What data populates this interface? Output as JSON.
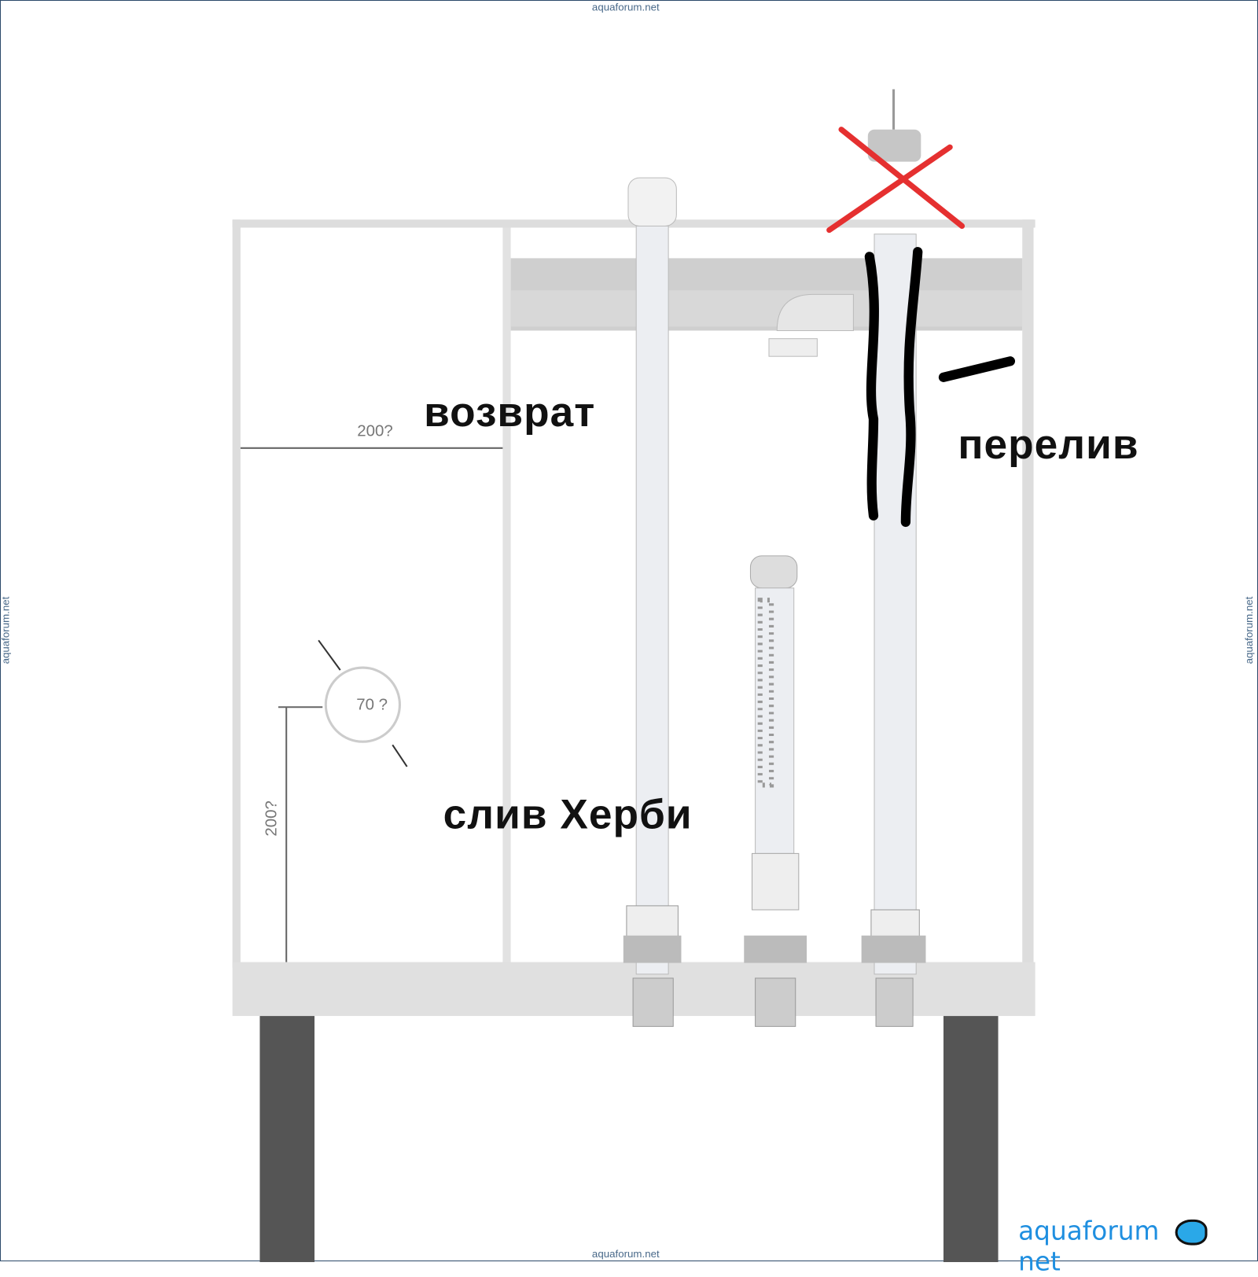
{
  "watermark": "aquaforum.net",
  "labels": {
    "return": "возврат",
    "overflow": "перелив",
    "drain": "слив Херби"
  },
  "dimensions": {
    "width_top": "200?",
    "height_left": "200?",
    "diameter": "70 ?"
  },
  "logo": {
    "name": "aquaforum",
    "suffix": "net"
  },
  "colors": {
    "accent": "#1f8fe0",
    "cross": "#e53030"
  }
}
